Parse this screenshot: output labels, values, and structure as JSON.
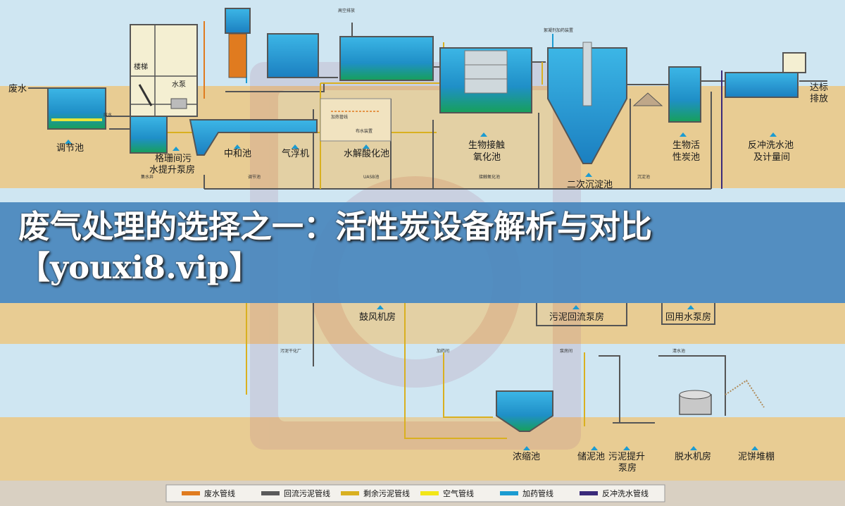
{
  "banner": {
    "title": "废气处理的选择之一：活性炭设备解析与对比【youxi8.vip】"
  },
  "labels": {
    "waste_water": "废水",
    "discharge_line1": "达标",
    "discharge_line2": "排放",
    "equalization_tank": "调节池",
    "grit_chamber_line1": "格珊间污",
    "grit_chamber_line2": "水提升泵房",
    "neutralization_tank": "中和池",
    "air_flotation": "气浮机",
    "hydrolysis_tank": "水解酸化池",
    "bio_contact_line1": "生物接触",
    "bio_contact_line2": "氧化池",
    "secondary_clarifier": "二次沉淀池",
    "bio_carbon_line1": "生物活",
    "bio_carbon_line2": "性炭池",
    "backwash_line1": "反冲洗水池",
    "backwash_line2": "及计量间",
    "stairs": "楼梯",
    "water_pump": "水泵",
    "blower_room": "鼓风机房",
    "sludge_return_pump": "污泥回流泵房",
    "reuse_pump": "回用水泵房",
    "thickener": "浓缩池",
    "sludge_storage": "储泥池",
    "sludge_lift_line1": "污泥提升",
    "sludge_lift_line2": "泵房",
    "dewatering_room": "脱水机房",
    "cake_shed": "泥饼堆棚",
    "high_altitude_emission": "高空排放",
    "chem_dosing_device": "絮凝剂加药装置"
  },
  "small_labels": {
    "regulating_pool": "调节池",
    "uasb": "UASB池",
    "contact_oxidation": "接触氧化池",
    "clarifier": "沉淀池",
    "sludge_drying": "污泥干化厂",
    "dosing_room": "加药间",
    "pump_room": "泵房间",
    "clear_water": "清水池",
    "heating_pipe": "加热管线",
    "water_distributor": "布水装置",
    "wastewater_inlet": "废水",
    "drain_well": "集水井"
  },
  "legend": [
    {
      "label": "废水管线",
      "color": "#e07b1f"
    },
    {
      "label": "回流污泥管线",
      "color": "#5a5a5a"
    },
    {
      "label": "剩余污泥管线",
      "color": "#d9b020"
    },
    {
      "label": "空气管线",
      "color": "#f2e617"
    },
    {
      "label": "加药管线",
      "color": "#1b9bd1"
    },
    {
      "label": "反冲洗水管线",
      "color": "#3a2a7a"
    }
  ],
  "colors": {
    "sky": "#cfe6f2",
    "ground": "#e6c88f",
    "tank_fill": "#2aa4d8",
    "tank_wall": "#555555",
    "banner_bg": "#4282b9"
  }
}
